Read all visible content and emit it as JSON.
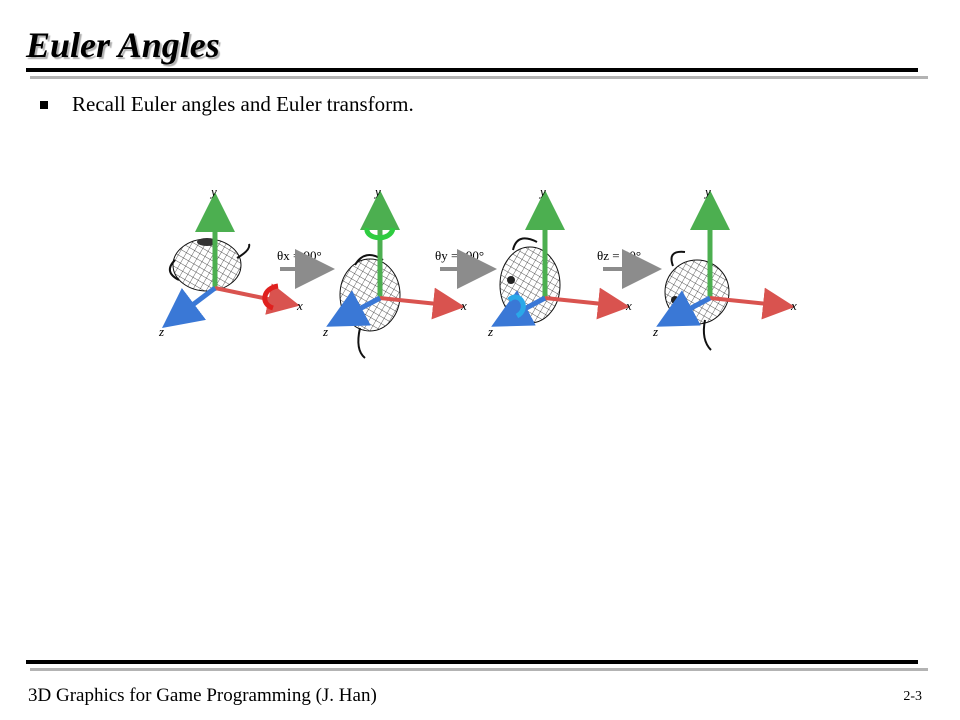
{
  "slide": {
    "title": "Euler Angles",
    "bullets": [
      "Recall Euler angles and Euler transform."
    ]
  },
  "figure": {
    "axis_labels": {
      "x": "x",
      "y": "y",
      "z": "z"
    },
    "steps": [
      {
        "label": "θx = 90°"
      },
      {
        "label": "θy = -90°"
      },
      {
        "label": "θz = 30°"
      }
    ],
    "colors": {
      "x_axis": "#d9534f",
      "y_axis": "#4caf50",
      "z_axis": "#3a78d6",
      "rot_x": "#e0201e",
      "rot_y": "#2ecc40",
      "rot_z": "#2aa8e8",
      "step_arrow": "#8c8c8c"
    }
  },
  "footer": {
    "course": "3D Graphics for Game Programming (J. Han)",
    "page_number": "2-3"
  }
}
